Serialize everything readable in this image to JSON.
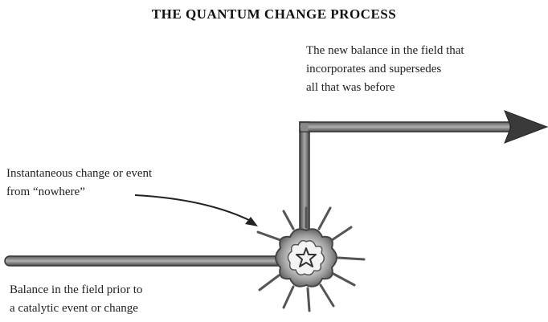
{
  "title": "THE QUANTUM CHANGE PROCESS",
  "labels": {
    "new_balance": [
      "The new balance in the field that",
      "incorporates and supersedes",
      "all that was before"
    ],
    "instantaneous": [
      "Instantaneous change or event",
      "from “nowhere”"
    ],
    "prior_balance": [
      "Balance in the field prior to",
      "a catalytic event or change"
    ]
  },
  "icons": {
    "event": "starburst-icon",
    "pointer": "curved-arrow-icon",
    "output": "arrow-right-icon"
  },
  "colors": {
    "bar_outer": "#3a3a3a",
    "bar_inner": "#9a9a9a",
    "burst": "#555555"
  }
}
